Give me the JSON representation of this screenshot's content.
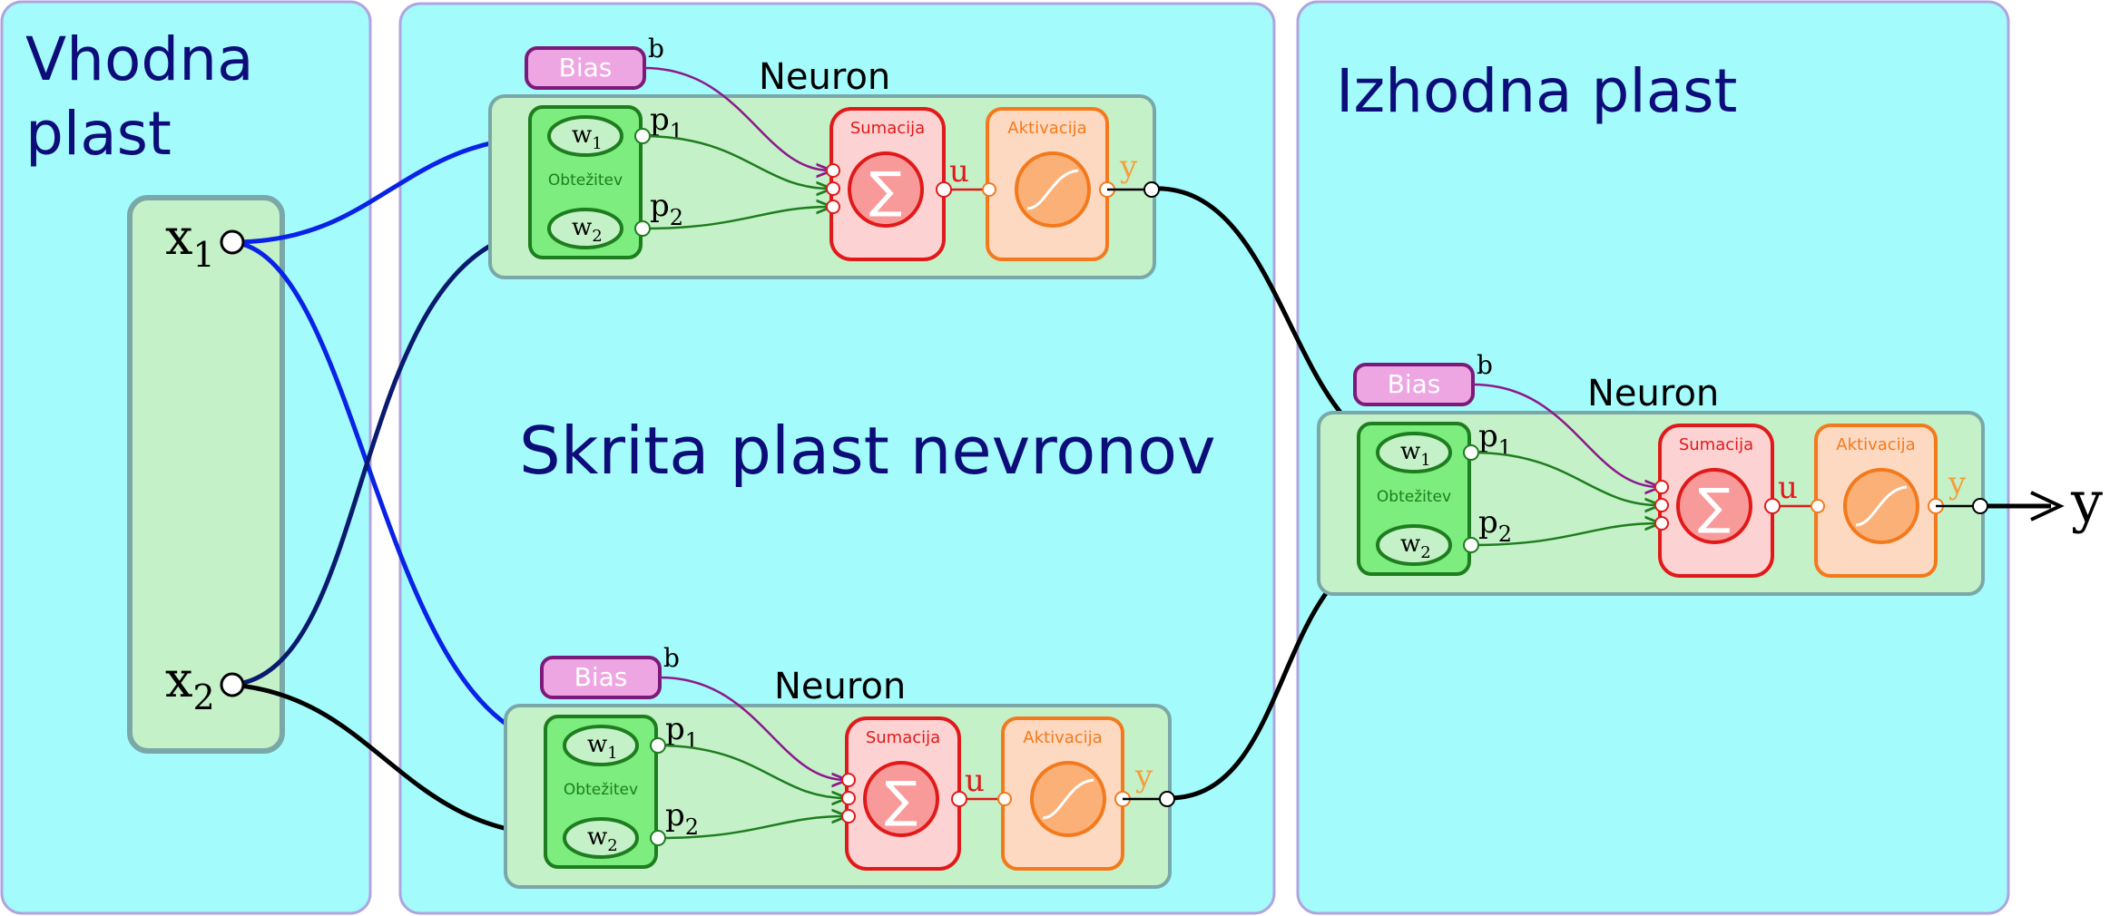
{
  "layers": {
    "input_title_line1": "Vhodna",
    "input_title_line2": "plast",
    "hidden_title": "Skrita plast nevronov",
    "output_title": "Izhodna plast"
  },
  "inputs": {
    "x1_base": "x",
    "x1_sub": "1",
    "x2_base": "x",
    "x2_sub": "2"
  },
  "neuron": {
    "title": "Neuron",
    "bias": "Bias",
    "bias_var": "b",
    "weights_label": "Obtežitev",
    "w1_base": "w",
    "w1_sub": "1",
    "w2_base": "w",
    "w2_sub": "2",
    "p1_base": "p",
    "p1_sub": "1",
    "p2_base": "p",
    "p2_sub": "2",
    "sum_label": "Sumacija",
    "sum_symbol": "∑",
    "u_var": "u",
    "act_label": "Aktivacija",
    "y_var": "y"
  },
  "output": {
    "y": "y"
  },
  "colors": {
    "panel_fill": "#a3fbfc",
    "panel_stroke": "#b0a4e0",
    "neuron_fill": "#c5f1c8",
    "neuron_stroke": "#7aa8a8",
    "weight_fill": "#7ced7e",
    "weight_stroke": "#1e7d1e",
    "bias_fill": "#eea6e2",
    "bias_stroke": "#7b1a7b",
    "sum_fill": "#fdd2d2",
    "sum_stroke": "#e01a1a",
    "act_fill": "#fdd9c2",
    "act_stroke": "#f37a1c",
    "title_color": "#0d0d7a",
    "wire_blue": "#0a22e6",
    "wire_navy": "#0a1a6e",
    "wire_black": "#000000"
  }
}
